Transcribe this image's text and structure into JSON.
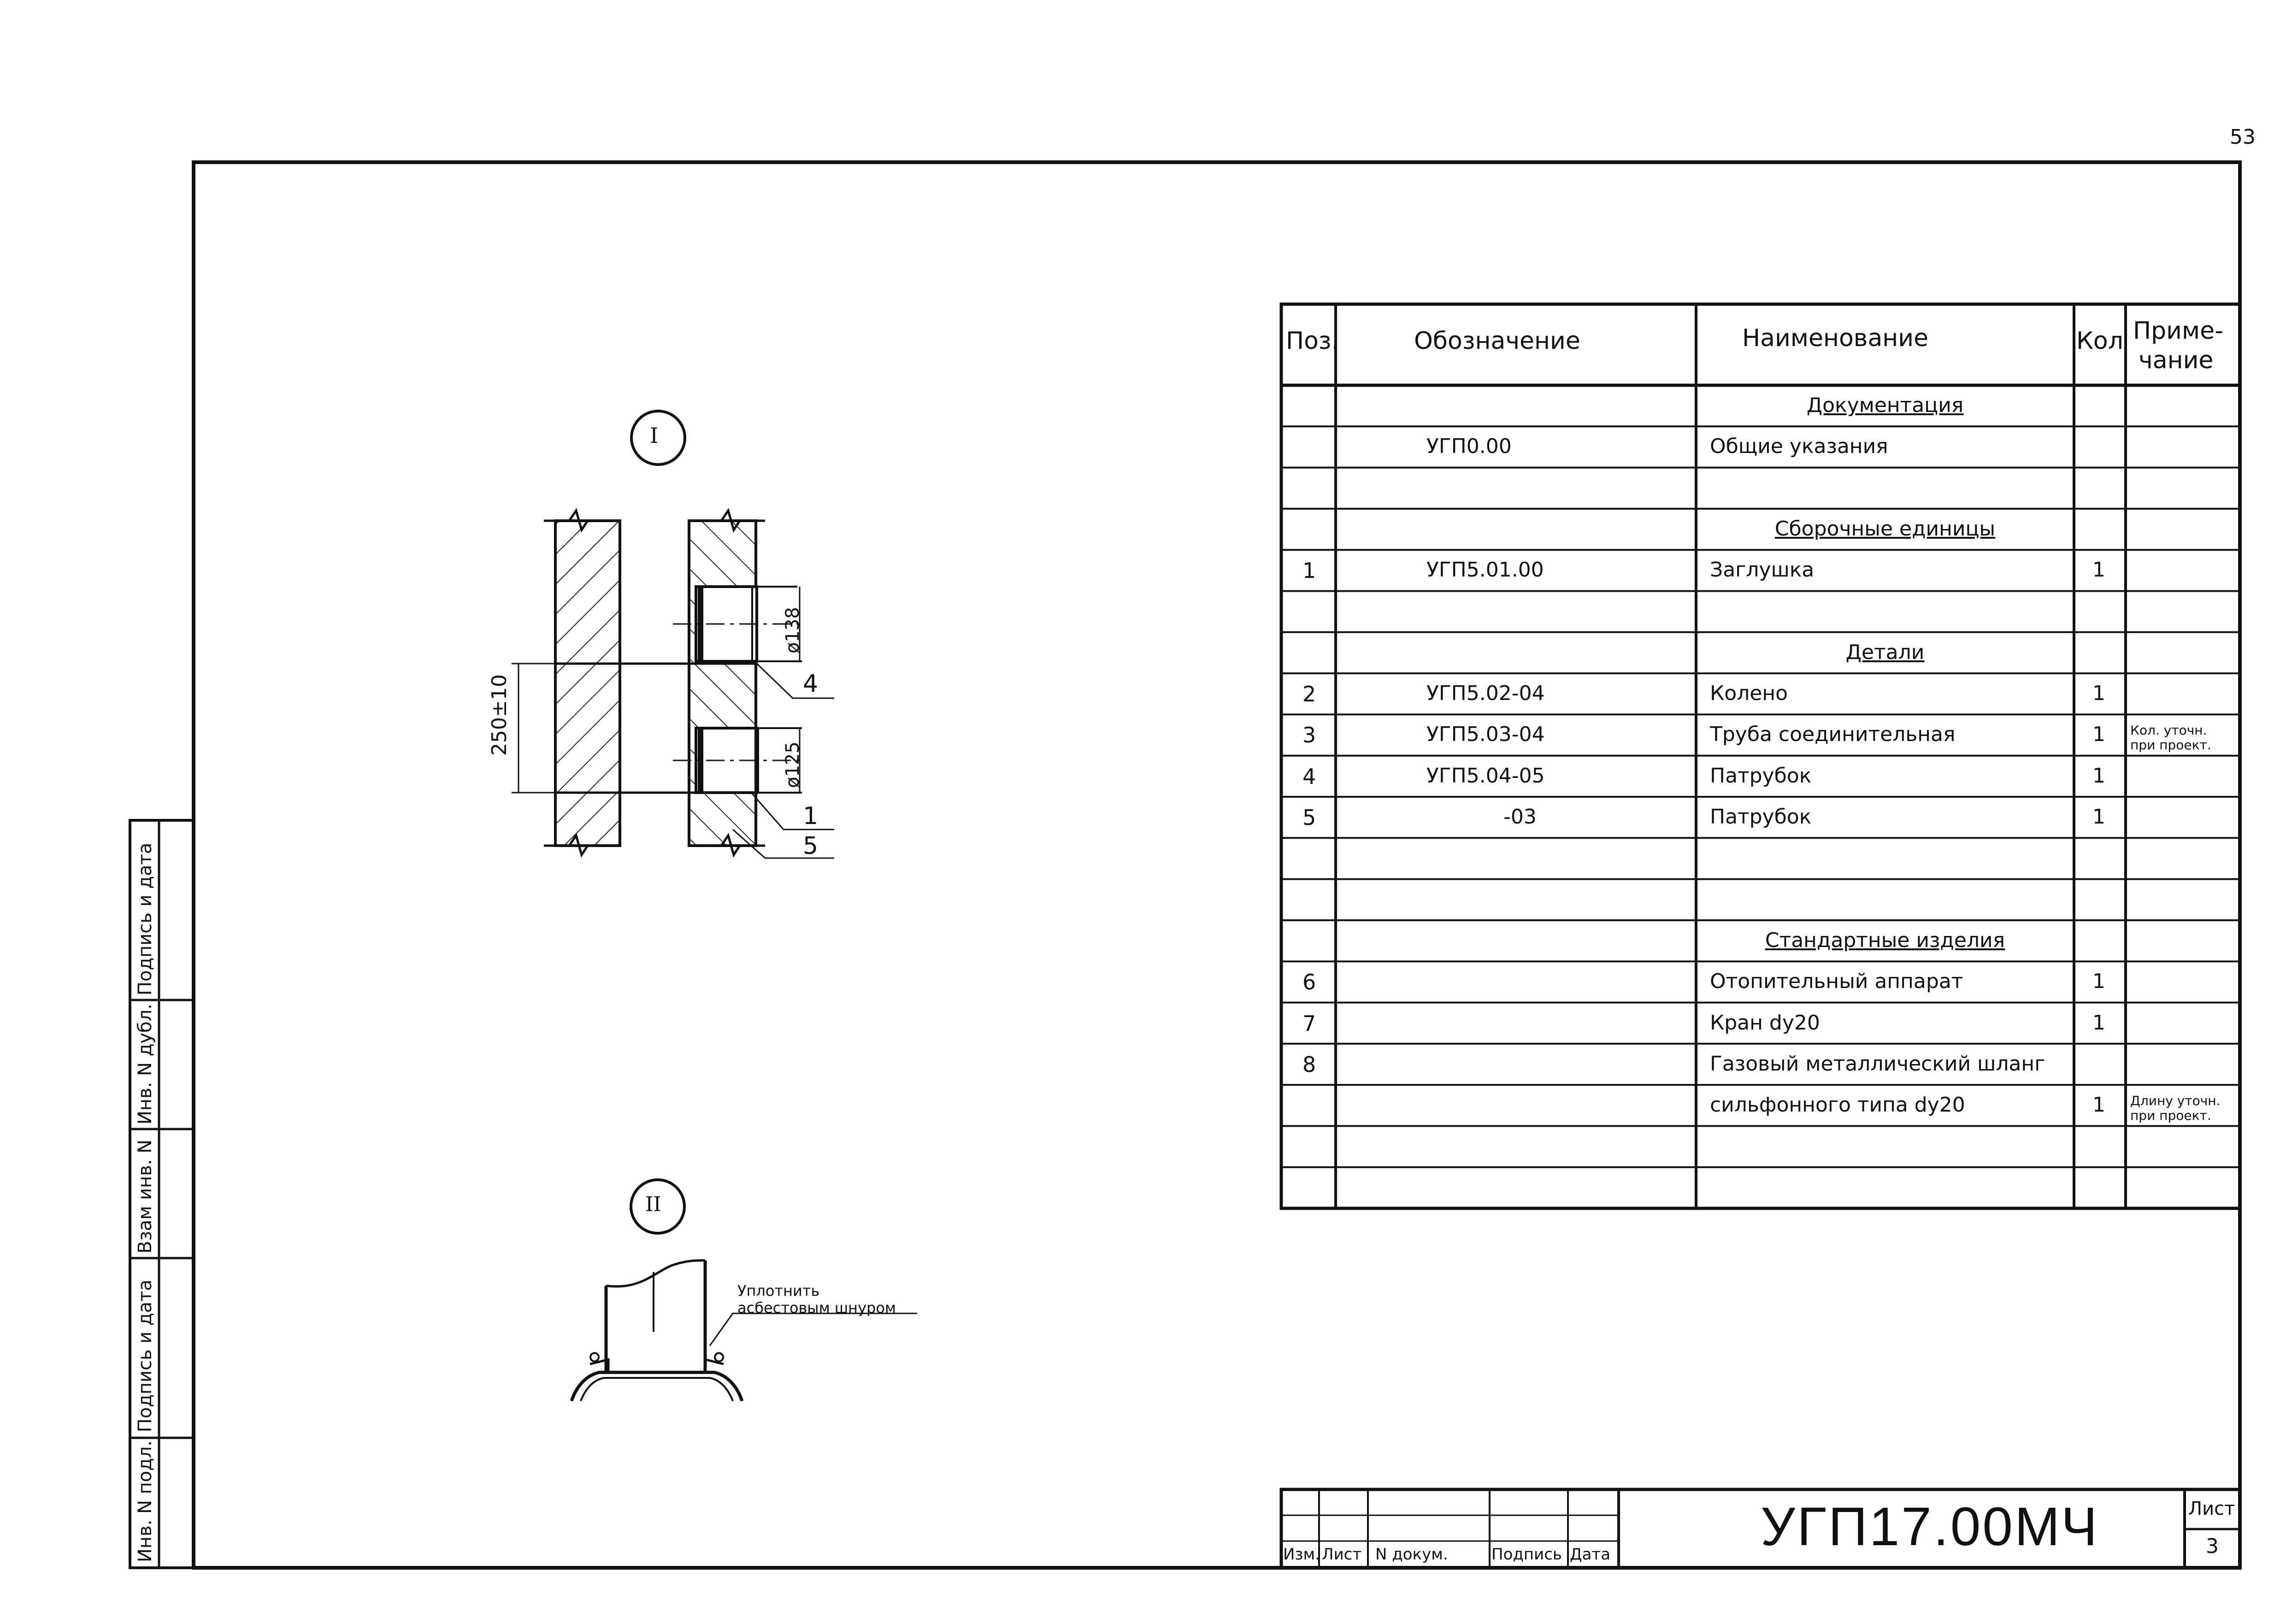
{
  "page_number": "53",
  "side_stamp": [
    "Подпись и дата",
    "Инв. N дубл.",
    "Взам инв. N",
    "Подпись и дата",
    "Инв. N подл."
  ],
  "details": {
    "detail1": {
      "marker": "I",
      "dim_vertical": "250±10",
      "dim_upper_dia": "ø138",
      "dim_lower_dia": "ø125",
      "leader_4": "4",
      "leader_1": "1",
      "leader_5": "5"
    },
    "detail2": {
      "marker": "II",
      "note_line1": "Уплотнить",
      "note_line2": "асбестовым шнуром"
    }
  },
  "spec_table": {
    "headers": {
      "pos": "Поз.",
      "designation": "Обозначение",
      "name": "Наименование",
      "qty": "Кол",
      "note_line1": "Приме-",
      "note_line2": "чание"
    },
    "rows": [
      {
        "pos": "",
        "designation": "",
        "name": "Документация",
        "qty": "",
        "note": "",
        "section": true
      },
      {
        "pos": "",
        "designation": "УГП0.00",
        "name": "Общие указания",
        "qty": "",
        "note": ""
      },
      {
        "pos": "",
        "designation": "",
        "name": "",
        "qty": "",
        "note": ""
      },
      {
        "pos": "",
        "designation": "",
        "name": "Сборочные единицы",
        "qty": "",
        "note": "",
        "section": true
      },
      {
        "pos": "1",
        "designation": "УГП5.01.00",
        "name": "Заглушка",
        "qty": "1",
        "note": ""
      },
      {
        "pos": "",
        "designation": "",
        "name": "",
        "qty": "",
        "note": ""
      },
      {
        "pos": "",
        "designation": "",
        "name": "Детали",
        "qty": "",
        "note": "",
        "section": true
      },
      {
        "pos": "2",
        "designation": "УГП5.02-04",
        "name": "Колено",
        "qty": "1",
        "note": ""
      },
      {
        "pos": "3",
        "designation": "УГП5.03-04",
        "name": "Труба соединительная",
        "qty": "1",
        "note": "Кол. уточн.|при проект."
      },
      {
        "pos": "4",
        "designation": "УГП5.04-05",
        "name": "Патрубок",
        "qty": "1",
        "note": ""
      },
      {
        "pos": "5",
        "designation": "-03",
        "name": "Патрубок",
        "qty": "1",
        "note": ""
      },
      {
        "pos": "",
        "designation": "",
        "name": "",
        "qty": "",
        "note": ""
      },
      {
        "pos": "",
        "designation": "",
        "name": "",
        "qty": "",
        "note": ""
      },
      {
        "pos": "",
        "designation": "",
        "name": "Стандартные изделия",
        "qty": "",
        "note": "",
        "section": true
      },
      {
        "pos": "6",
        "designation": "",
        "name": "Отопительный аппарат",
        "qty": "1",
        "note": ""
      },
      {
        "pos": "7",
        "designation": "",
        "name": "Кран dy20",
        "qty": "1",
        "note": ""
      },
      {
        "pos": "8",
        "designation": "",
        "name": "Газовый металлический шланг",
        "qty": "",
        "note": ""
      },
      {
        "pos": "",
        "designation": "",
        "name": "сильфонного типа dy20",
        "qty": "1",
        "note": "Длину уточн.|при проект."
      },
      {
        "pos": "",
        "designation": "",
        "name": "",
        "qty": "",
        "note": ""
      },
      {
        "pos": "",
        "designation": "",
        "name": "",
        "qty": "",
        "note": ""
      }
    ]
  },
  "title_block": {
    "col_izm": "Изм.",
    "col_list": "Лист",
    "col_ndoc": "N докум.",
    "col_podpis": "Подпись",
    "col_data": "Дата",
    "doc_code": "УГП17.00МЧ",
    "sheet_label": "Лист",
    "sheet_number": "3"
  }
}
